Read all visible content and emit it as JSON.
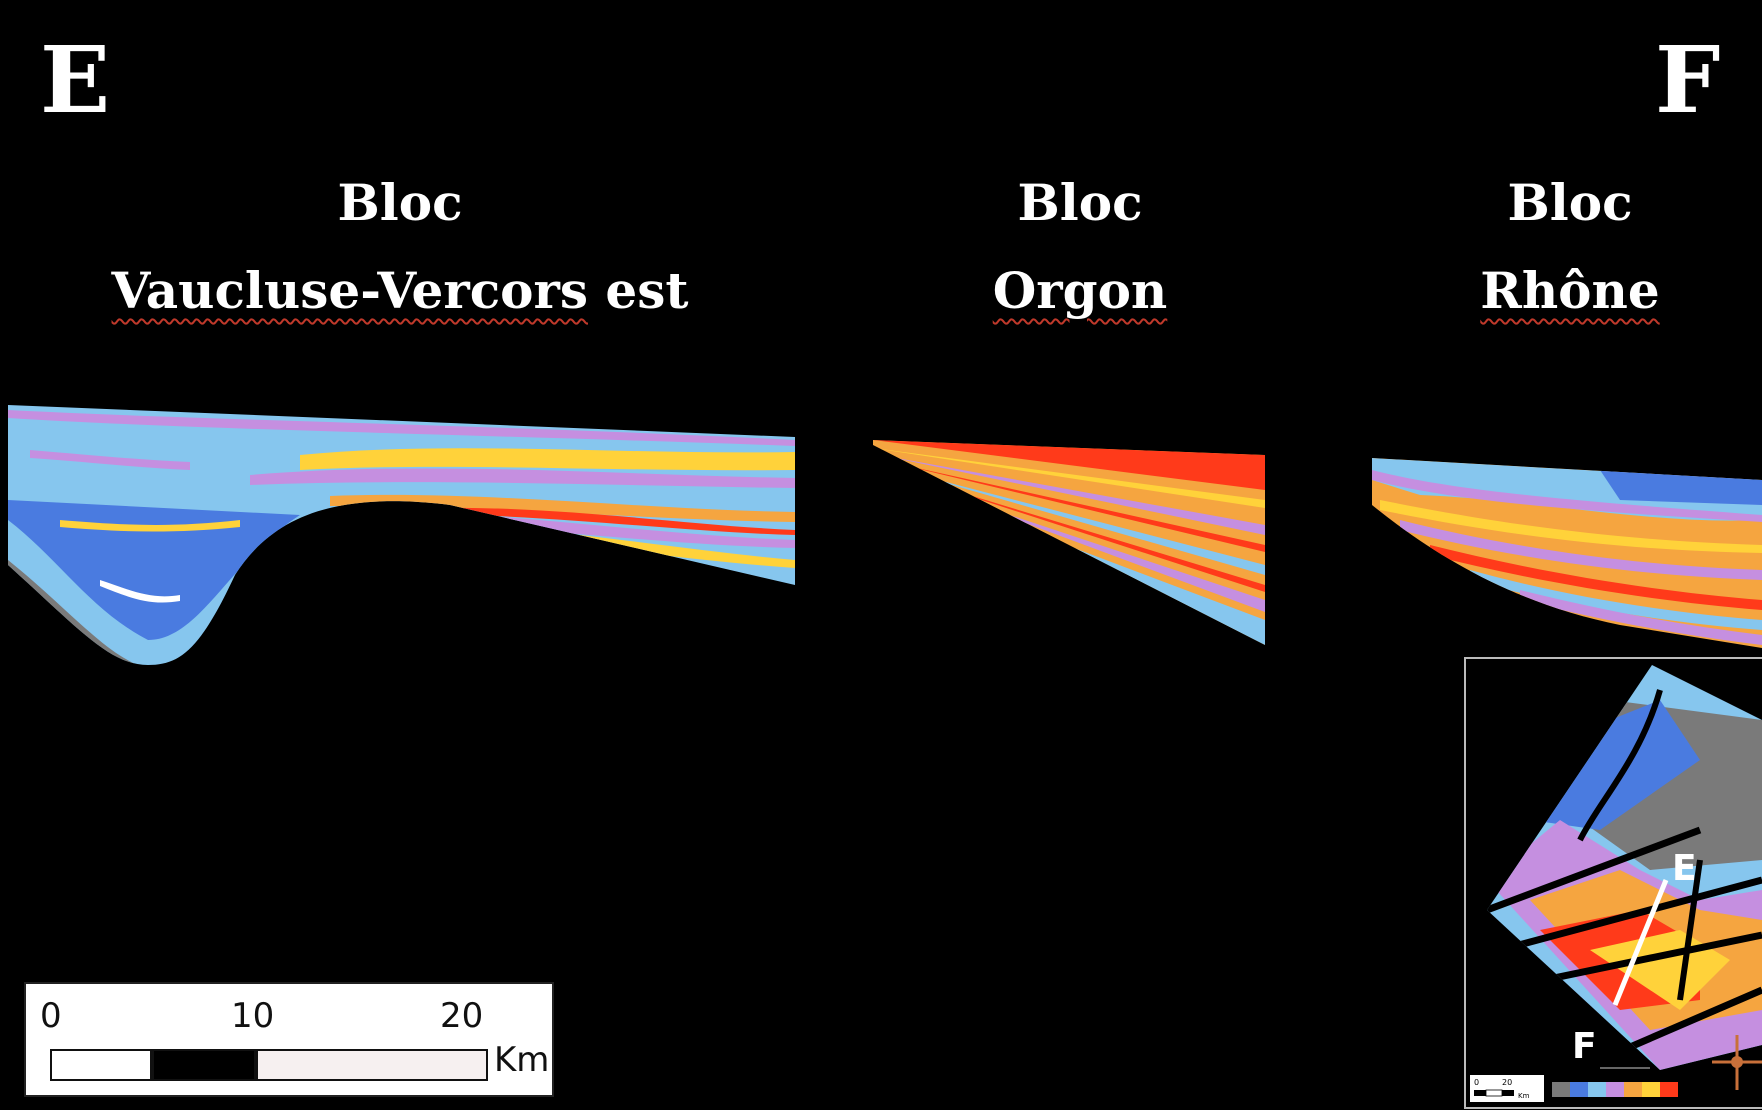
{
  "corner_labels": {
    "left": "E",
    "right": "F"
  },
  "blocks": [
    {
      "line1": "Bloc",
      "line2_underlined": "Vaucluse-Vercors",
      "line2_rest": " est"
    },
    {
      "line1": "Bloc",
      "line2_underlined": "Orgon",
      "line2_rest": ""
    },
    {
      "line1": "Bloc",
      "line2_underlined": "Rhône",
      "line2_rest": ""
    }
  ],
  "scalebar": {
    "ticks": [
      "0",
      "10",
      "20"
    ],
    "unit": "Km"
  },
  "inset_map": {
    "section_labels": [
      "E",
      "F"
    ],
    "mini_scale_ticks": [
      "0",
      "20"
    ],
    "mini_scale_unit": "Km"
  },
  "colors": {
    "background": "#000000",
    "facies": [
      "#7a7a7a",
      "#4a7be0",
      "#86c6ee",
      "#c58fe0",
      "#f5a540",
      "#ffd23a",
      "#ff3a1a"
    ]
  }
}
